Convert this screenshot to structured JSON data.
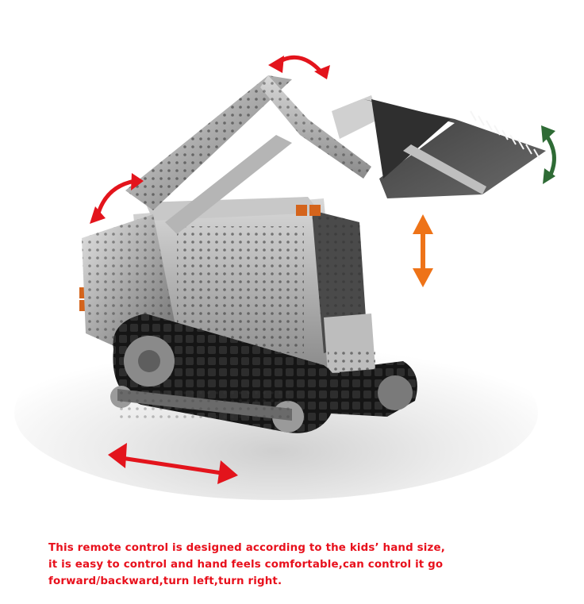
{
  "image": {
    "subject": "metal construction kit remote-control tracked skid-steer loader",
    "alt": "Stainless steel DIY tracked skid-steer loader model with bucket, showing motion arrows"
  },
  "arrows": [
    {
      "name": "arm-top-rotate",
      "color": "#e3141c",
      "type": "curved-double"
    },
    {
      "name": "arm-pivot-rotate",
      "color": "#e3141c",
      "type": "curved-double"
    },
    {
      "name": "bucket-tilt",
      "color": "#2e6b35",
      "type": "curved-double"
    },
    {
      "name": "lift-up-down",
      "color": "#ee7318",
      "type": "vertical-double"
    },
    {
      "name": "drive-forward-backward",
      "color": "#e3141c",
      "type": "straight-double"
    }
  ],
  "caption": {
    "color": "#e8101c",
    "lines": [
      "This remote control is designed according to the kids’  hand size,",
      "it is easy to control and hand feels comfortable,can control it go",
      "forward/backward,turn left,turn right."
    ]
  }
}
